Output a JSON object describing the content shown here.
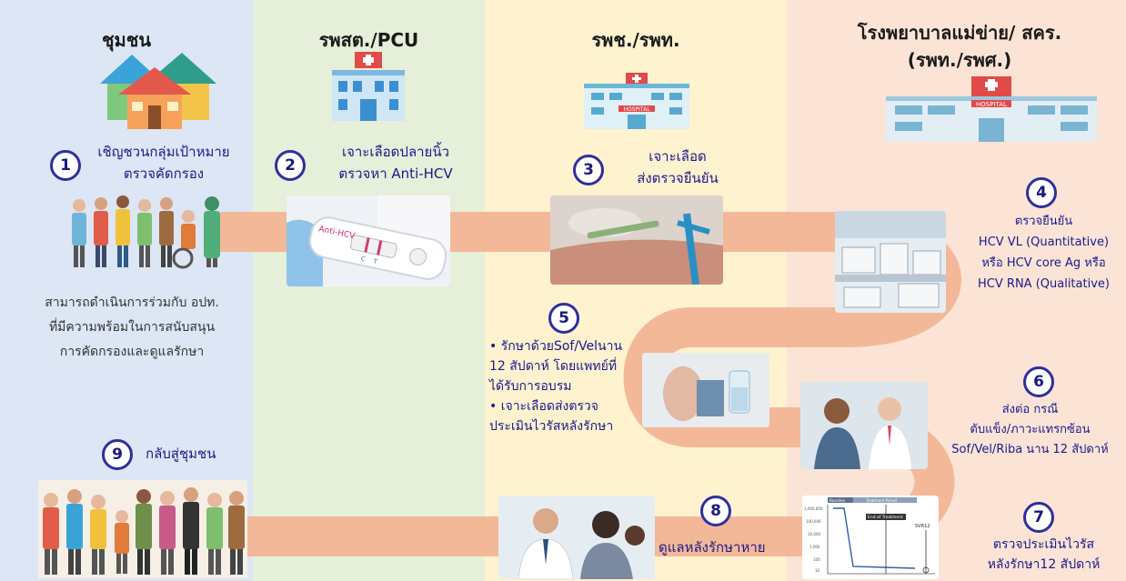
{
  "columns": {
    "community": "ชุมชน",
    "pcu": "รพสต./PCU",
    "hospital": "รพช./รพท.",
    "network_line1": "โรงพยาบาลแม่ข่าย/ สคร.",
    "network_line2": "(รพท./รพศ.)"
  },
  "hospital_sign": "HOSPITAL",
  "steps": [
    {
      "num": "1",
      "lines": [
        "เชิญชวนกลุ่มเป้าหมาย",
        "ตรวจคัดกรอง"
      ]
    },
    {
      "num": "2",
      "lines": [
        "เจาะเลือดปลายนิ้ว",
        "ตรวจหา Anti-HCV"
      ]
    },
    {
      "num": "3",
      "lines": [
        "เจาะเลือด",
        "ส่งตรวจยืนยัน"
      ]
    },
    {
      "num": "4",
      "lines": [
        "ตรวจยืนยัน",
        "HCV VL (Quantitative)",
        "หรือ HCV core Ag หรือ",
        "HCV RNA (Qualitative)"
      ]
    },
    {
      "num": "5",
      "lines": [
        "• รักษาด้วยSof/Velนาน",
        "12 สัปดาห์ โดยแพทย์ที่",
        "ได้รับการอบรม",
        "• เจาะเลือดส่งตรวจ",
        "ประเมินไวรัสหลังรักษา"
      ]
    },
    {
      "num": "6",
      "lines": [
        "ส่งต่อ กรณี",
        "ตับแข็ง/ภาวะแทรกซ้อน",
        "Sof/Vel/Riba นาน 12 สัปดาห์"
      ]
    },
    {
      "num": "7",
      "lines": [
        "ตรวจประเมินไวรัส",
        "หลังรักษา12 สัปดาห์"
      ]
    },
    {
      "num": "8",
      "lines": [
        "ดูแลหลังรักษาหาย"
      ]
    },
    {
      "num": "9",
      "lines": [
        "กลับสู่ชุมชน"
      ]
    }
  ],
  "community_note": [
    "สามารถดำเนินการร่วมกับ อปท.",
    "ที่มีความพร้อมในการสนับสนุน",
    "การคัดกรองและดูแลรักษา"
  ],
  "test_strip": {
    "label": "Anti-HCV",
    "marks": [
      "C",
      "T"
    ]
  },
  "svr_chart": {
    "tag1": "Baseline",
    "tag2": "Treatment Period",
    "end_label": "End of Treatment",
    "svr_label": "SVR12",
    "yticks": [
      "1,000,000",
      "100,000",
      "10,000",
      "1,000",
      "100",
      "10"
    ]
  },
  "colors": {
    "flow": "#f3b898",
    "numberRing": "#2f2f9e",
    "text": "#1a1a8c"
  }
}
